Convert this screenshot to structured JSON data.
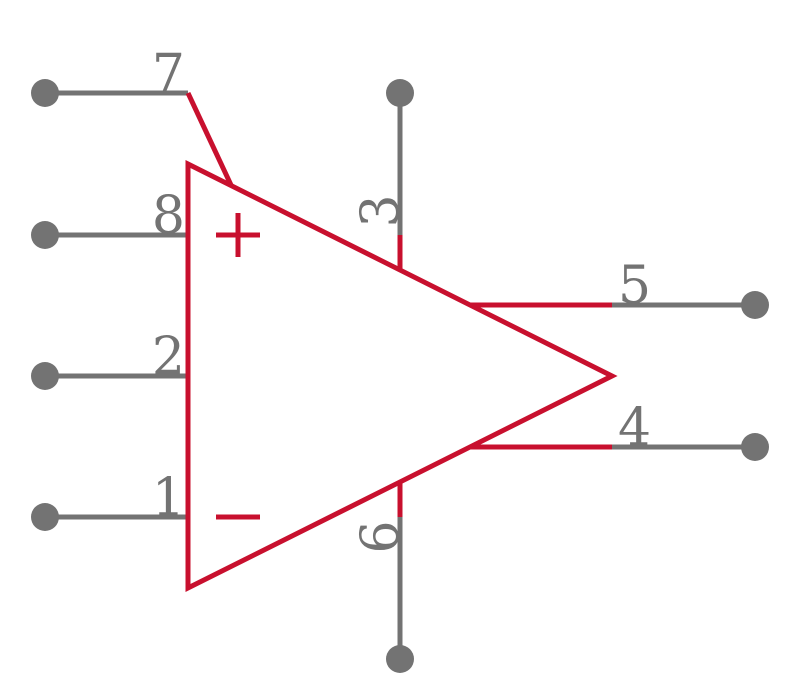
{
  "component": {
    "body_color": "#c8102e",
    "pin_color": "#737373",
    "background": "#ffffff",
    "symbol": "op-amp",
    "plus_sign": "+",
    "minus_sign": "−"
  },
  "pins": [
    {
      "number": "7"
    },
    {
      "number": "8"
    },
    {
      "number": "2"
    },
    {
      "number": "1"
    },
    {
      "number": "3"
    },
    {
      "number": "6"
    },
    {
      "number": "5"
    },
    {
      "number": "4"
    }
  ]
}
